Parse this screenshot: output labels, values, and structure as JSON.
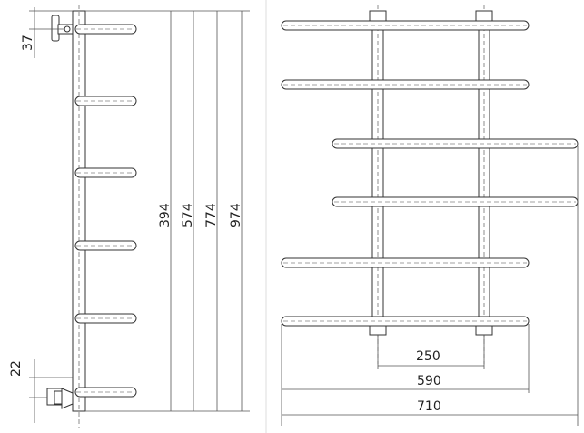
{
  "side_view": {
    "dimensions": {
      "top_offset": "37",
      "bottom_offset": "22",
      "heights": [
        "394",
        "574",
        "774",
        "974"
      ]
    }
  },
  "front_view": {
    "dimensions": {
      "post_spacing": "250",
      "width_inner": "590",
      "width_total": "710"
    }
  }
}
